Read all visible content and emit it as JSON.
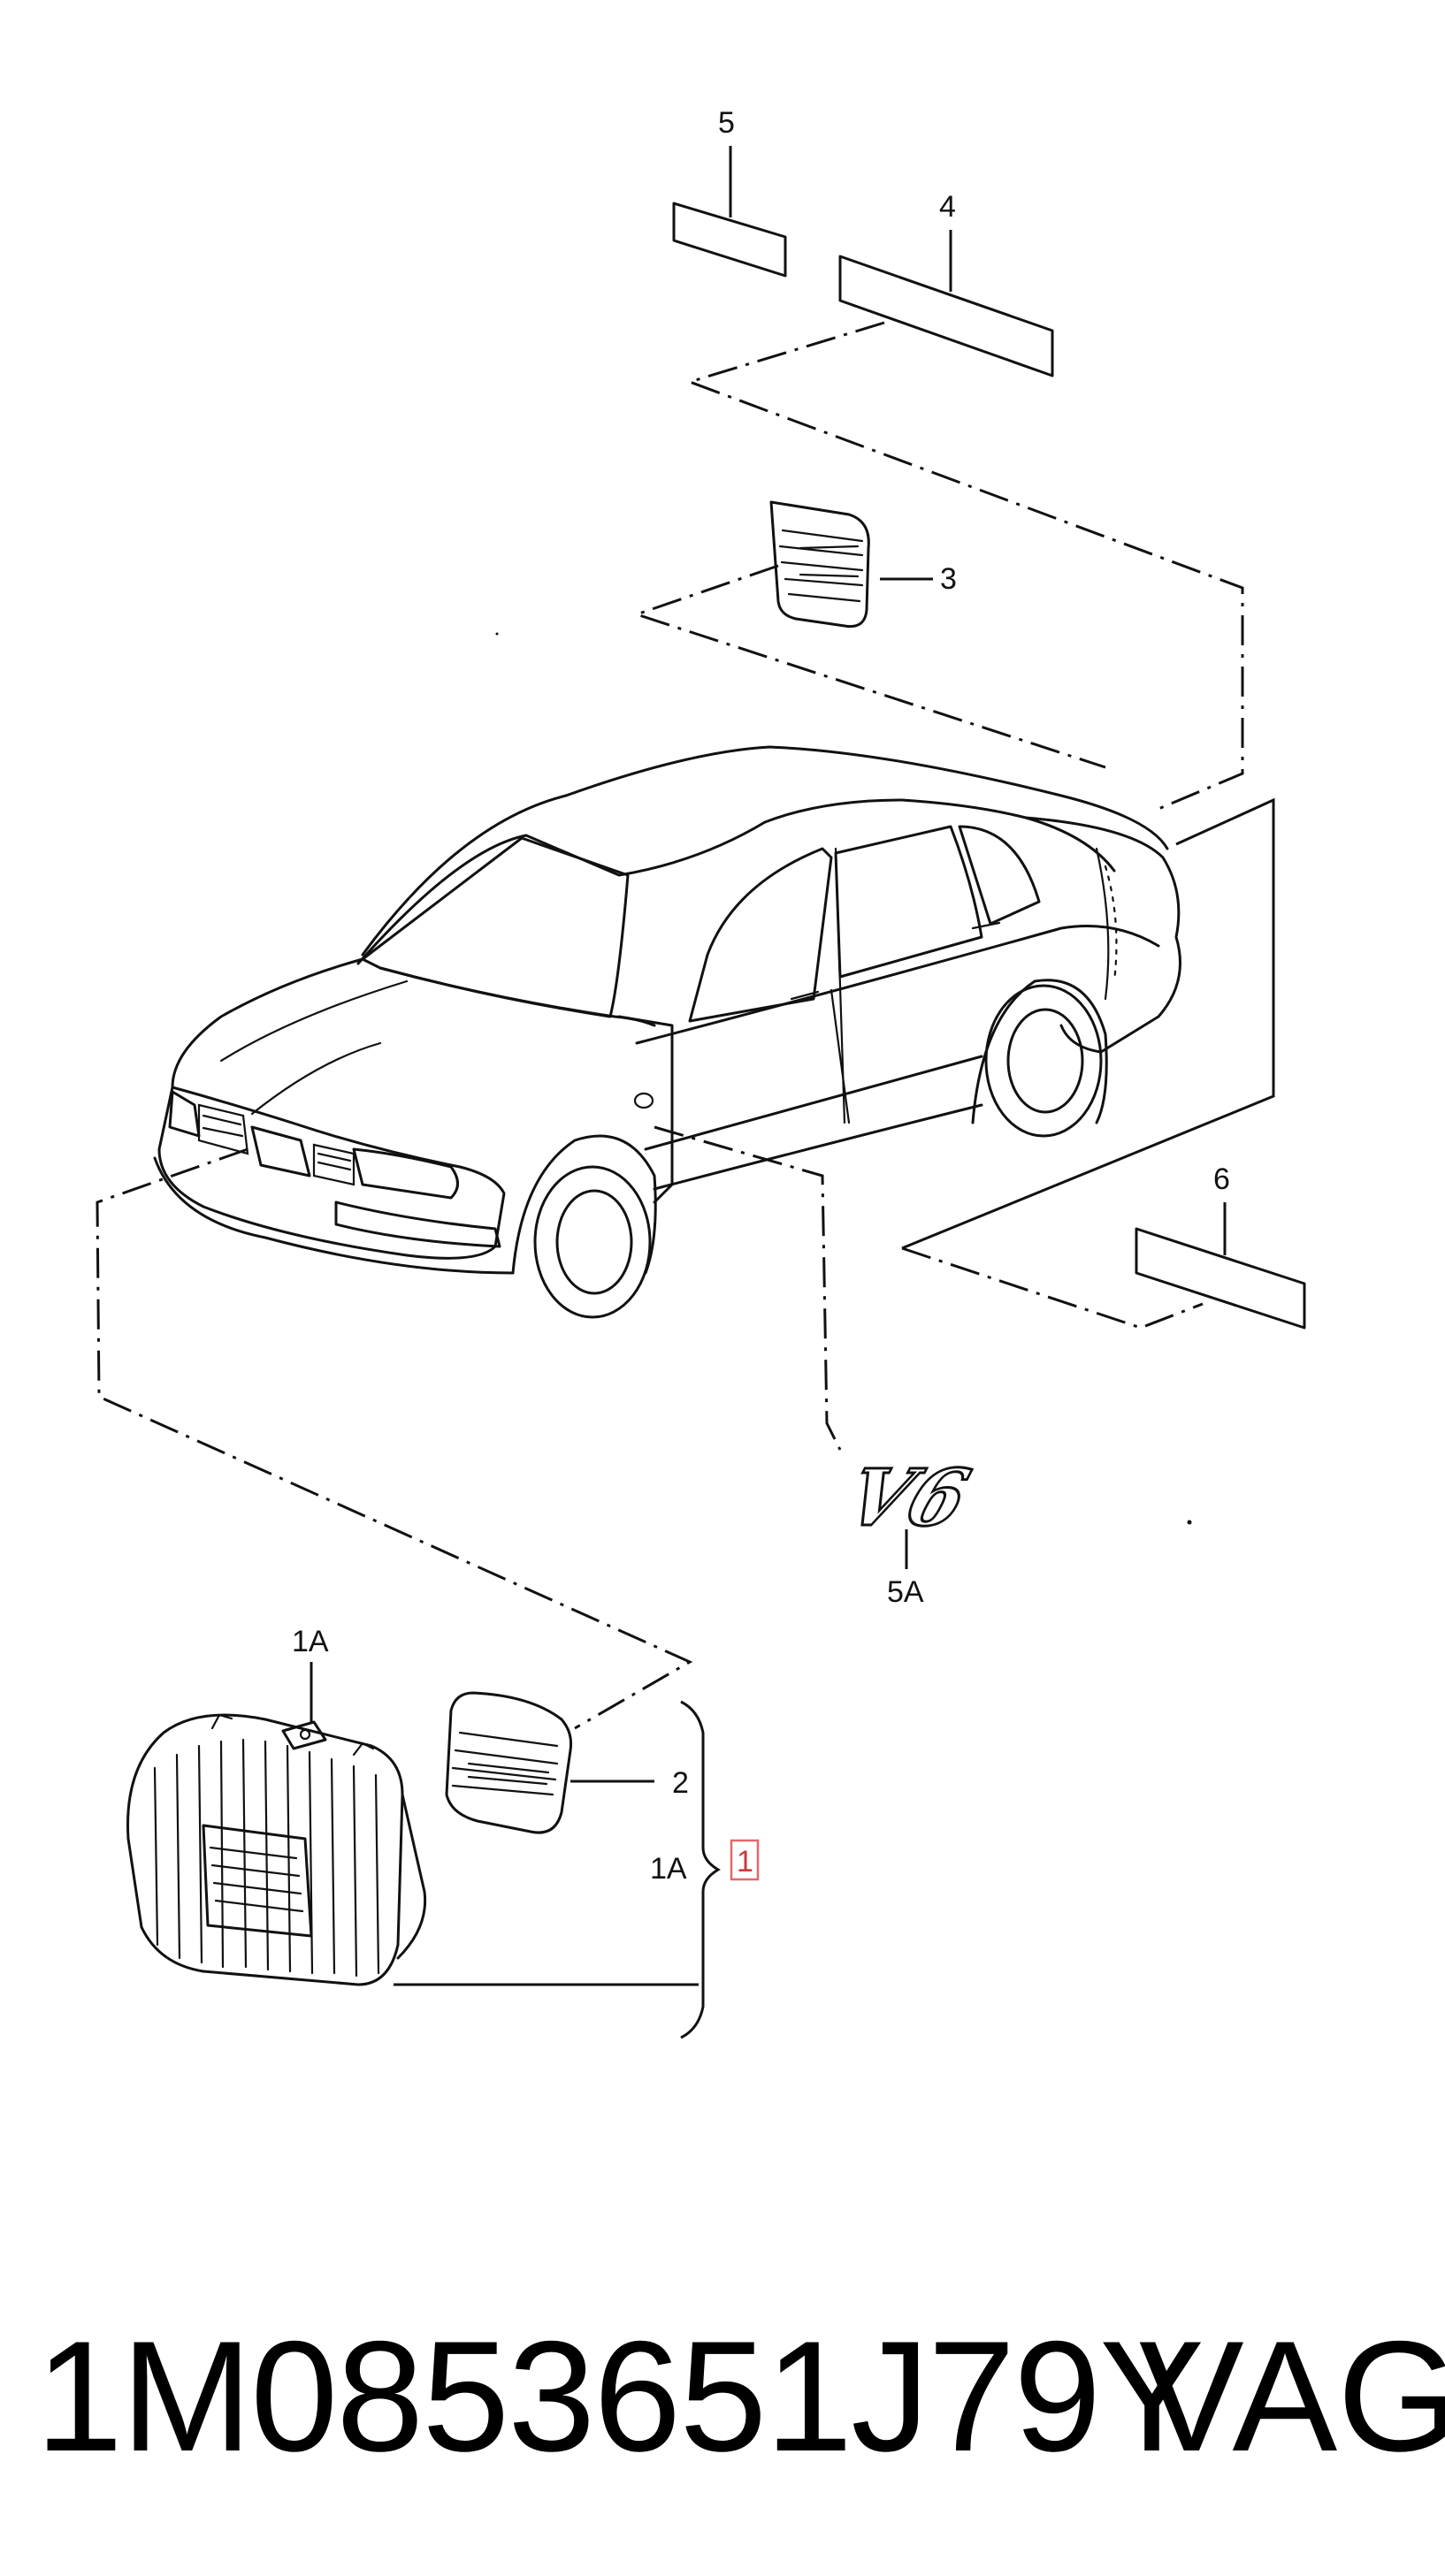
{
  "callouts": {
    "c5": "5",
    "c4": "4",
    "c3": "3",
    "c6": "6",
    "c5a": "5A",
    "c1a_top": "1A",
    "c2": "2",
    "c1a_left": "1A",
    "c1": "1"
  },
  "footer": {
    "part_number": "1M0853651J79Y",
    "brand": "VAG"
  },
  "badge_text": "V6"
}
